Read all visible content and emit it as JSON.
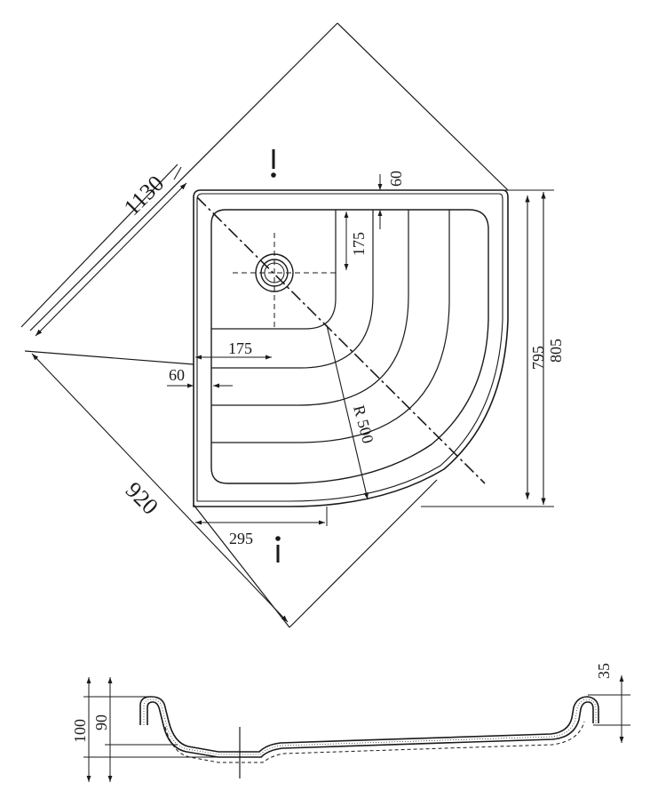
{
  "plan_view": {
    "dim_diagonal": "1130",
    "dim_side": "920",
    "dim_height_outer": "805",
    "dim_height_inner": "795",
    "dim_rim_top": "60",
    "dim_rim_left": "60",
    "dim_drain_from_top": "175",
    "dim_drain_from_left": "175",
    "dim_bottom_offset": "295",
    "dim_radius": "R 500"
  },
  "section_view": {
    "dim_total_height": "100",
    "dim_rim_height": "90",
    "dim_edge_height": "35"
  },
  "colors": {
    "line": "#1a1a1a",
    "background": "#ffffff"
  }
}
